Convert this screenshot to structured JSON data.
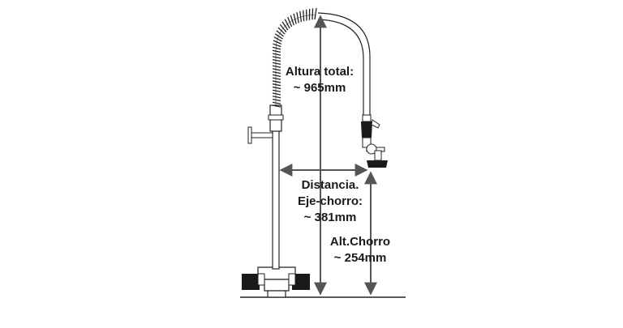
{
  "diagram": {
    "total_height": {
      "label": "Altura total:",
      "value": "~ 965mm"
    },
    "distance": {
      "label_line1": "Distancia.",
      "label_line2": "Eje-chorro:",
      "value": "~ 381mm"
    },
    "spray_height": {
      "label": "Alt.Chorro",
      "value": "~ 254mm"
    }
  }
}
